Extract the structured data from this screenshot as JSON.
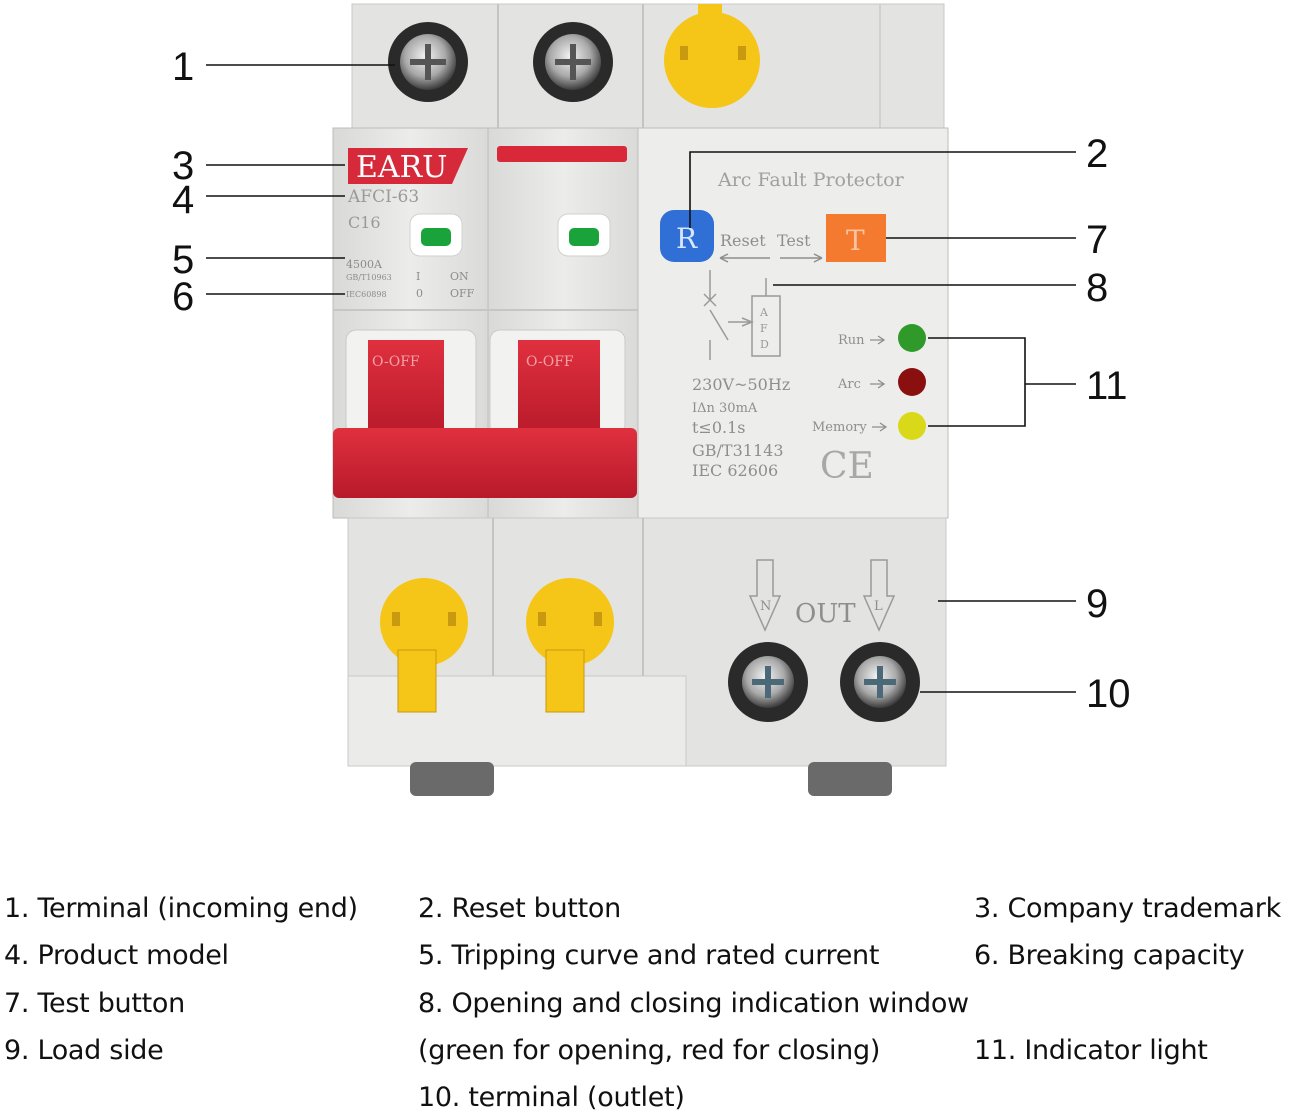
{
  "device": {
    "brand": "EARU",
    "model": "AFCI-63",
    "curve_rating": "C16",
    "breaking_capacity": "4500A",
    "std_1": "GB/T10963",
    "std_2": "IEC60898",
    "on_symbol": "I",
    "on_label": "ON",
    "off_symbol": "0",
    "off_label": "OFF",
    "handle_text_1": "O-OFF",
    "handle_text_2": "O-OFF",
    "title": "Arc Fault Protector",
    "reset_button": "R",
    "test_button": "T",
    "reset_label": "Reset",
    "test_label": "Test",
    "afd_letters": [
      "A",
      "F",
      "D"
    ],
    "specs": [
      "230V~50Hz",
      "IΔn  30mA",
      "t≤0.1s",
      "GB/T31143",
      "IEC   62606"
    ],
    "ce_mark": "CE",
    "indicator_labels": [
      "Run",
      "Arc",
      "Memory"
    ],
    "out_label": "OUT",
    "out_n": "N",
    "out_l": "L",
    "colors": {
      "body": "#e6e6e4",
      "handle_red": "#d8283a",
      "earu_red": "#d62a3a",
      "reset_blue": "#2f6fd6",
      "test_orange": "#f47a30",
      "terminal_yellow": "#f5c518",
      "led_green": "#2f9a2a",
      "led_red": "#8a1010",
      "led_yellow": "#d9d919",
      "window_green": "#1aa33a"
    }
  },
  "callouts": [
    "1",
    "2",
    "3",
    "4",
    "5",
    "6",
    "7",
    "8",
    "9",
    "10",
    "11"
  ],
  "legend": [
    "1. Terminal (incoming end)",
    "2. Reset button",
    "3. Company trademark",
    "4. Product model",
    "5. Tripping curve and rated current",
    "6. Breaking capacity",
    "7. Test button",
    "8. Opening and closing indication window",
    "9. Load side",
    "(green for opening, red for closing)",
    "11. Indicator light",
    "10. terminal (outlet)"
  ]
}
